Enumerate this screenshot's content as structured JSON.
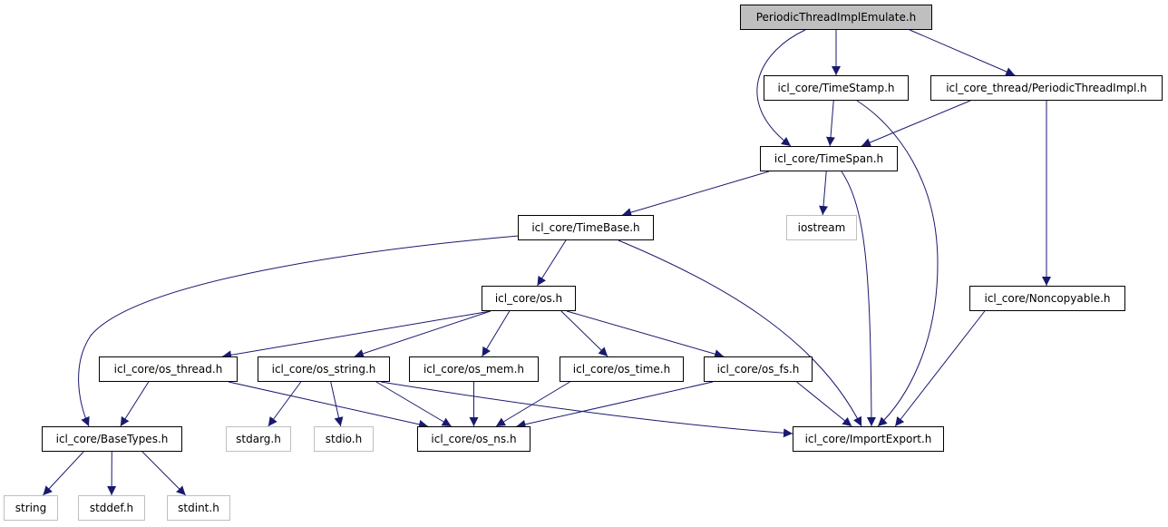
{
  "colors": {
    "edge": "#191970",
    "root_fill": "#bfbfbf",
    "node_border": "#000000",
    "external_border": "#bfbfbf"
  },
  "nodes": [
    {
      "id": "periodic_emulate",
      "label": "PeriodicThreadImplEmulate.h",
      "kind": "root"
    },
    {
      "id": "timestamp",
      "label": "icl_core/TimeStamp.h",
      "kind": "file"
    },
    {
      "id": "periodic_impl",
      "label": "icl_core_thread/PeriodicThreadImpl.h",
      "kind": "file"
    },
    {
      "id": "timespan",
      "label": "icl_core/TimeSpan.h",
      "kind": "file"
    },
    {
      "id": "timebase",
      "label": "icl_core/TimeBase.h",
      "kind": "file"
    },
    {
      "id": "iostream",
      "label": "iostream",
      "kind": "external"
    },
    {
      "id": "os",
      "label": "icl_core/os.h",
      "kind": "file"
    },
    {
      "id": "noncopyable",
      "label": "icl_core/Noncopyable.h",
      "kind": "file"
    },
    {
      "id": "os_thread",
      "label": "icl_core/os_thread.h",
      "kind": "file"
    },
    {
      "id": "os_string",
      "label": "icl_core/os_string.h",
      "kind": "file"
    },
    {
      "id": "os_mem",
      "label": "icl_core/os_mem.h",
      "kind": "file"
    },
    {
      "id": "os_time",
      "label": "icl_core/os_time.h",
      "kind": "file"
    },
    {
      "id": "os_fs",
      "label": "icl_core/os_fs.h",
      "kind": "file"
    },
    {
      "id": "basetypes",
      "label": "icl_core/BaseTypes.h",
      "kind": "file"
    },
    {
      "id": "stdarg",
      "label": "stdarg.h",
      "kind": "external"
    },
    {
      "id": "stdio",
      "label": "stdio.h",
      "kind": "external"
    },
    {
      "id": "os_ns",
      "label": "icl_core/os_ns.h",
      "kind": "file"
    },
    {
      "id": "importexport",
      "label": "icl_core/ImportExport.h",
      "kind": "file"
    },
    {
      "id": "string",
      "label": "string",
      "kind": "external"
    },
    {
      "id": "stddef",
      "label": "stddef.h",
      "kind": "external"
    },
    {
      "id": "stdint",
      "label": "stdint.h",
      "kind": "external"
    }
  ],
  "edges": [
    {
      "from": "periodic_emulate",
      "to": "timespan"
    },
    {
      "from": "periodic_emulate",
      "to": "timestamp"
    },
    {
      "from": "periodic_emulate",
      "to": "periodic_impl"
    },
    {
      "from": "timestamp",
      "to": "timespan"
    },
    {
      "from": "timestamp",
      "to": "importexport"
    },
    {
      "from": "periodic_impl",
      "to": "timespan"
    },
    {
      "from": "periodic_impl",
      "to": "noncopyable"
    },
    {
      "from": "timespan",
      "to": "timebase"
    },
    {
      "from": "timespan",
      "to": "iostream"
    },
    {
      "from": "timespan",
      "to": "importexport"
    },
    {
      "from": "timebase",
      "to": "os"
    },
    {
      "from": "timebase",
      "to": "basetypes"
    },
    {
      "from": "timebase",
      "to": "importexport"
    },
    {
      "from": "os",
      "to": "os_thread"
    },
    {
      "from": "os",
      "to": "os_string"
    },
    {
      "from": "os",
      "to": "os_mem"
    },
    {
      "from": "os",
      "to": "os_time"
    },
    {
      "from": "os",
      "to": "os_fs"
    },
    {
      "from": "noncopyable",
      "to": "importexport"
    },
    {
      "from": "os_thread",
      "to": "basetypes"
    },
    {
      "from": "os_thread",
      "to": "os_ns"
    },
    {
      "from": "os_string",
      "to": "stdarg"
    },
    {
      "from": "os_string",
      "to": "stdio"
    },
    {
      "from": "os_string",
      "to": "os_ns"
    },
    {
      "from": "os_string",
      "to": "importexport"
    },
    {
      "from": "os_mem",
      "to": "os_ns"
    },
    {
      "from": "os_time",
      "to": "os_ns"
    },
    {
      "from": "os_fs",
      "to": "os_ns"
    },
    {
      "from": "os_fs",
      "to": "importexport"
    },
    {
      "from": "basetypes",
      "to": "string"
    },
    {
      "from": "basetypes",
      "to": "stddef"
    },
    {
      "from": "basetypes",
      "to": "stdint"
    }
  ]
}
